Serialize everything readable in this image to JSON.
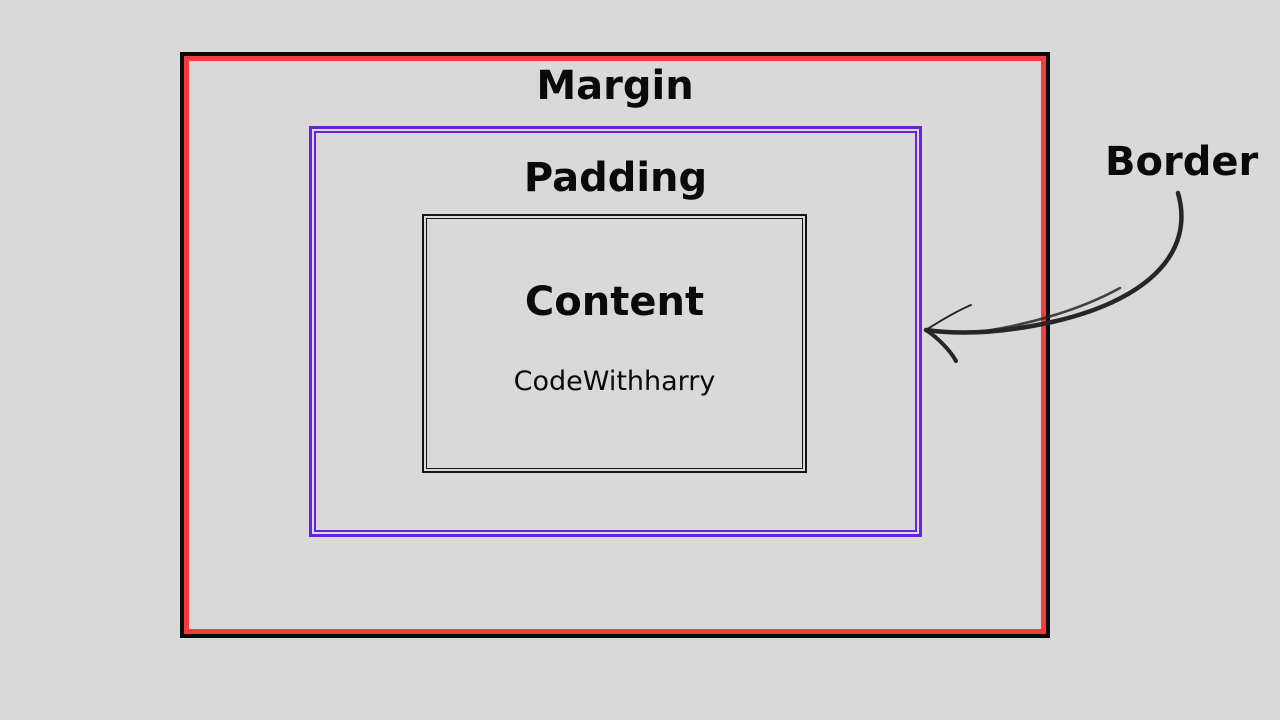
{
  "diagram": {
    "margin_label": "Margin",
    "padding_label": "Padding",
    "content_label": "Content",
    "content_text": "CodeWithharry",
    "border_label": "Border"
  },
  "colors": {
    "bg": "#d9d9d9",
    "red": "#f53b3b",
    "purple": "#6a22e0",
    "black": "#0a0a0a",
    "content-border": "#161616",
    "arrow": "#262626",
    "text": "#0a0a0a"
  }
}
